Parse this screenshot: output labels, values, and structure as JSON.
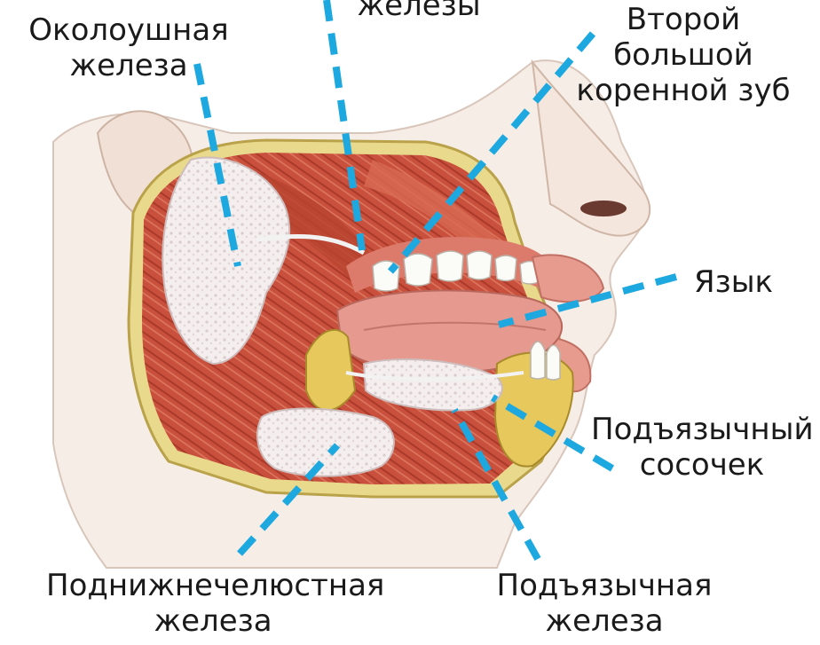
{
  "labels": {
    "parotid": {
      "line1": "Околоушная",
      "line2": "железа"
    },
    "top_partial": "железы",
    "second_molar": {
      "line1": "Второй",
      "line2": "большой",
      "line3": "коренной зуб"
    },
    "tongue": "Язык",
    "sublingual_papilla": {
      "line1": "Подъязычный",
      "line2": "сосочек"
    },
    "submandibular": {
      "line1": "Поднижнечелюстная",
      "line2": "железа"
    },
    "sublingual": {
      "line1": "Подъязычная",
      "line2": "железа"
    }
  },
  "colors": {
    "leader": "#1da8e0",
    "muscle": "#c8503c",
    "gland": "#f3ecec",
    "skin": "#f5ece6",
    "bone": "#e8cf6a",
    "tongue": "#e59a90"
  }
}
